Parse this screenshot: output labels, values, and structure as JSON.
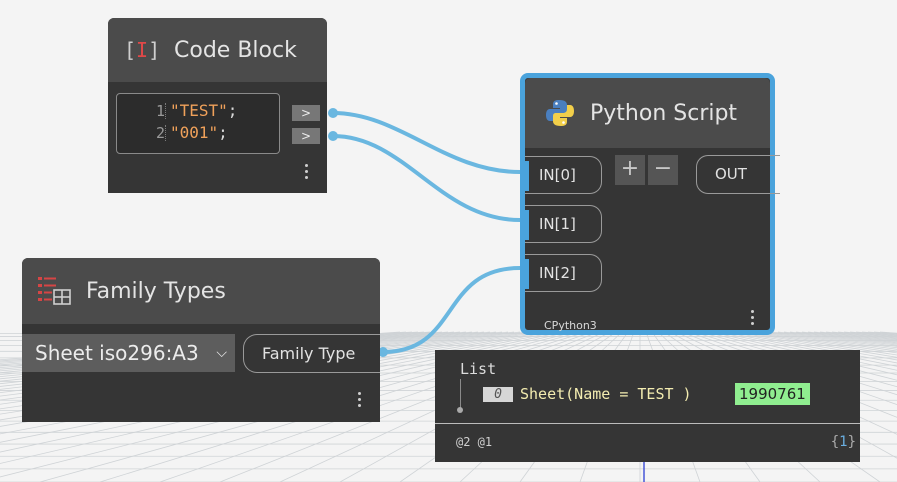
{
  "code_block": {
    "title": "Code Block",
    "icon": "code-block-icon",
    "icon_text": "[ ]",
    "lines": [
      {
        "number": "1",
        "value": "\"TEST\"",
        "terminator": ";"
      },
      {
        "number": "2",
        "value": "\"001\"",
        "terminator": ";"
      }
    ],
    "outport_label": ">"
  },
  "python_script": {
    "title": "Python Script",
    "icon": "python-icon",
    "inputs": [
      "IN[0]",
      "IN[1]",
      "IN[2]"
    ],
    "add_label": "+",
    "remove_label": "−",
    "output": "OUT",
    "engine": "CPython3",
    "accent": "#4aa3dc"
  },
  "family_types": {
    "title": "Family Types",
    "icon": "family-types-icon",
    "selected": "Sheet iso296:A3",
    "output": "Family Type"
  },
  "preview": {
    "list_label": "List",
    "index": "0",
    "item": "Sheet(Name = TEST )",
    "element_id": "1990761",
    "levels": "@2 @1",
    "count_open": "{",
    "count": "1",
    "count_close": "}"
  },
  "colors": {
    "wire": "#6ab7e0",
    "node_body": "#353535",
    "node_header": "#4b4b4b",
    "element_id_bg": "#90ee90",
    "string_literal": "#f0a15a"
  }
}
